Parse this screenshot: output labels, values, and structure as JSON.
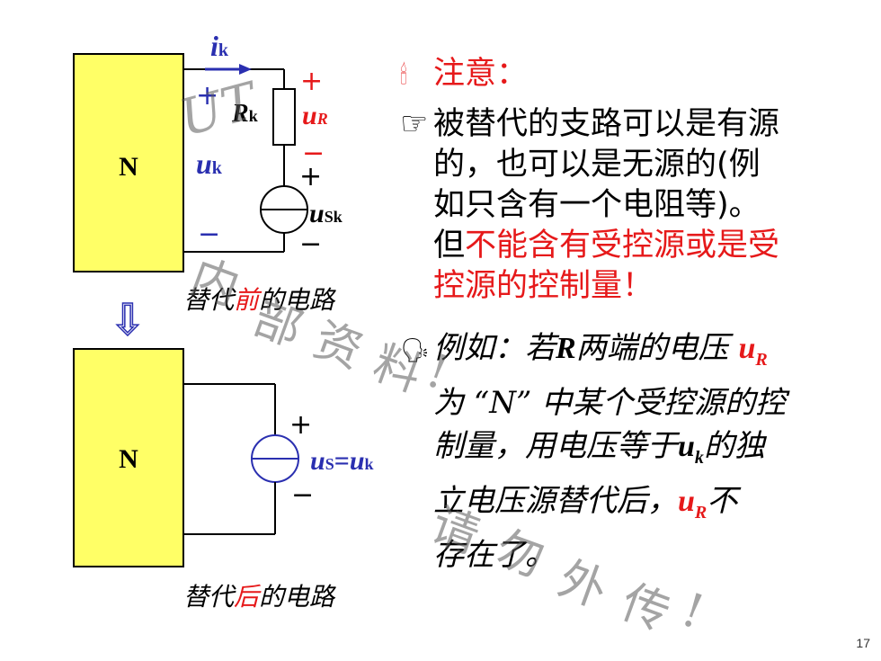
{
  "circuit_before": {
    "box_label": "N",
    "current_label": "i",
    "current_sub": "k",
    "resistor_label": "R",
    "resistor_sub": "k",
    "voltage_uR": "u",
    "voltage_uR_sub": "R",
    "plus": "+",
    "minus": "−",
    "uk_label": "u",
    "uk_sub": "k",
    "source_label": "u",
    "source_sub": "Sk",
    "caption_a": "替代",
    "caption_hl": "前",
    "caption_b": "的电路"
  },
  "arrow_glyph": "⇩",
  "circuit_after": {
    "box_label": "N",
    "plus": "+",
    "minus": "−",
    "source_label": "u",
    "source_sub": "S",
    "equals": "=",
    "rhs": "u",
    "rhs_sub": "k",
    "caption_a": "替代",
    "caption_hl": "后",
    "caption_b": "的电路"
  },
  "notes": {
    "title_icon": "🕯",
    "title": "注意：",
    "bullet1_icon": "☞",
    "l1": "被替代的支路可以是有源",
    "l2": "的，也可以是无源的(例",
    "l3": "如只含有一个电阻等)。",
    "l4a": "但",
    "l4b": "不能含有受控源或是受",
    "l5": "控源的控制量！",
    "bullet2_icon": "🗣",
    "e1a": "例如：若",
    "e1b": "R",
    "e1c": "两端的电压",
    "e1u": "u",
    "e1us": "R",
    "e2": "为 “N” 中某个受控源的控",
    "e3a": "制量，用电压等于",
    "e3u": "u",
    "e3us": "k",
    "e3b": "的独",
    "e4a": "立电压源替代后，",
    "e4u": "u",
    "e4us": "R",
    "e4b": "不",
    "e5": "存在了。"
  },
  "watermark": {
    "w1": "UT",
    "w2": "内",
    "w3": "部",
    "w4": "资",
    "w5": "料",
    "w6": "!",
    "w7": "请",
    "w8": "勿",
    "w9": "外",
    "w10": "传",
    "w11": "!"
  },
  "page_number": "17",
  "colors": {
    "box_fill": "#ffff66",
    "accent_blue": "#2a2fb0",
    "accent_red": "#e6191a"
  }
}
